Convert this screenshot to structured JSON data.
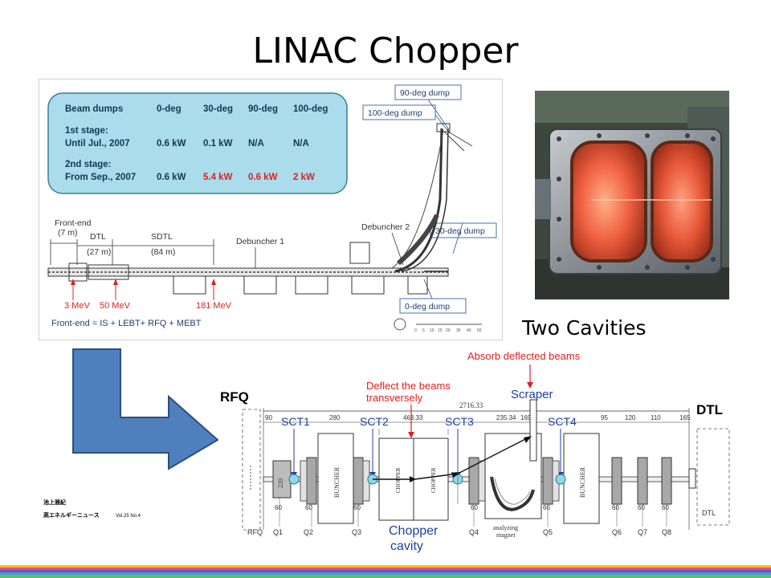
{
  "slide": {
    "title": "LINAC Chopper",
    "photo_caption": "Two Cavities"
  },
  "layout_diagram": {
    "table": {
      "headers": [
        "Beam dumps",
        "0-deg",
        "30-deg",
        "90-deg",
        "100-deg"
      ],
      "rows": [
        {
          "label1": "1st stage:",
          "label2": "Until Jul., 2007",
          "values": [
            "0.6 kW",
            "0.1 kW",
            "N/A",
            "N/A"
          ]
        },
        {
          "label1": "2nd stage:",
          "label2": "From Sep., 2007",
          "values": [
            "0.6 kW",
            "5.4 kW",
            "0.6 kW",
            "2 kW"
          ]
        }
      ]
    },
    "dumps": {
      "d90": "90-deg dump",
      "d100": "100-deg dump",
      "d30": "30-deg dump",
      "d0": "0-deg dump"
    },
    "sections": {
      "frontend": "Front-end",
      "frontend_len": "(7 m)",
      "dtl": "DTL",
      "dtl_len": "(27 m)",
      "sdtl": "SDTL",
      "sdtl_len": "(84 m)",
      "debuncher1": "Debuncher 1",
      "debuncher2": "Debuncher 2"
    },
    "energies": [
      "3 MeV",
      "50 MeV",
      "181 MeV"
    ],
    "footnote": "Front-end = IS + LEBT+ RFQ + MEBT",
    "scale_ticks": [
      "0",
      "5",
      "10",
      "15",
      "20",
      "30",
      "40",
      "50"
    ]
  },
  "citation": {
    "author": "池上雅紀",
    "source": "高エネルギーニュース",
    "volume": "Vol.25 No.4"
  },
  "chopper_diagram": {
    "rfq": "RFQ",
    "dtl": "DTL",
    "scts": [
      "SCT1",
      "SCT2",
      "SCT3",
      "SCT4"
    ],
    "absorb": "Absorb deflected beams",
    "deflect1": "Deflect the beams",
    "deflect2": "transversely",
    "scraper": "Scraper",
    "chopper1": "Chopper",
    "chopper2": "cavity",
    "total": "2716.33",
    "dims": [
      "90",
      "280",
      "463.33",
      "235.34",
      "169.6",
      "95",
      "120",
      "110",
      "165"
    ],
    "q_labels": [
      "Q1",
      "Q2",
      "Q3",
      "Q4",
      "Q5",
      "Q6",
      "Q7",
      "Q8"
    ],
    "sixty": "60",
    "buncher": "BUNCHER",
    "chopper_cell": "CHOPPER",
    "analyzing1": "analyzing",
    "analyzing2": "magnet",
    "rfq_bottom": "RFQ",
    "dtl_bottom": "DTL",
    "vert_dim": "220"
  }
}
